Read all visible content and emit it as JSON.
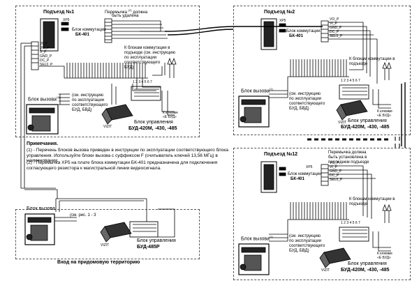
{
  "entrance1": {
    "title": "Подъезд №1",
    "jumper_note_l1": "Перемычка ",
    "jumper_sup": "(2)",
    "jumper_note_l1b": " должна",
    "jumper_note_l2": "быть удалена",
    "module_label_l1": "Блок коммутации",
    "module_label_l2": "БК-401",
    "xp5": "XP5",
    "to_modules_l1": "К блокам коммутации в",
    "to_modules_l2": "подъезде (см. инструкцию",
    "to_modules_l3": "по эксплуатации",
    "to_modules_l4": "соответствующего",
    "to_modules_l5": "БУД)",
    "call_unit_label": "Блок вызова",
    "call_unit_sup": "(1)",
    "see_instr_l1": "(см. инструкцию",
    "see_instr_l2": "по эксплуатации",
    "see_instr_l3": "соответствующего",
    "see_instr_l4": "БУД, БВД)",
    "control_l1": "Блок управления",
    "control_l2": "БУД-420М, -430, -485",
    "lock_l1": "К клемме",
    "lock_l2": "«Е БУД»"
  },
  "entrance2": {
    "title": "Подъезд №2",
    "module_label_l1": "Блок коммутации",
    "module_label_l2": "БК-401",
    "xp5": "XP5",
    "to_modules_l1": "К блокам коммутации в",
    "to_modules_l2": "подъезде",
    "call_unit_label": "Блок вызова",
    "call_unit_sup": "(1)",
    "see_instr_l1": "(см. инструкцию",
    "see_instr_l2": "по эксплуатации",
    "see_instr_l3": "соответствующего",
    "see_instr_l4": "БУД, БВД)",
    "control_l1": "Блок управления",
    "control_l2": "БУД-420М, -430, -485",
    "lock_l1": "К клемме",
    "lock_l2": "«Е БУД»"
  },
  "entrance12": {
    "title": "Подъезд №12",
    "jumper_l1": "Перемычка должна",
    "jumper_l2": "быть установлена в",
    "jumper_l3": "последнем подъезде",
    "module_label_l1": "Блок коммутации",
    "module_label_l2": "БК-401",
    "xp5": "XP5",
    "to_modules_l1": "К блокам коммутации в",
    "to_modules_l2": "подъезде",
    "call_unit_label": "Блок вызова",
    "call_unit_sup": "(1)",
    "see_instr_l1": "(см. инструкцию",
    "see_instr_l2": "по эксплуатации",
    "see_instr_l3": "соответствующего",
    "see_instr_l4": "БУД, БВД)",
    "control_l1": "Блок управления",
    "control_l2": "БУД-420М, -430, -485",
    "lock_l1": "К клемме",
    "lock_l2": "«Е БУД»"
  },
  "notes": {
    "heading": "Примечания.",
    "n1": "(1) - Перечень блоков вызова приведен в инструкции по эксплуатации соответствующего блока управления. Используйте блоки вызова с суффиксом F (считыватель ключей 13,56 МГц) в наименовании.",
    "n2": "(2) - Перемычка XP5 на плате блока коммутации БК-401 предназначена для подключения согласующего резистора к магистральной линии видеосигнала."
  },
  "yard": {
    "call_unit_label": "Блок вызова",
    "see_fig": "(см. рис. 1 - 3",
    "control_l1": "Блок управления",
    "control_l2": "БУД-485Р",
    "caption": "Вход на придомовую территорию"
  },
  "terminals": {
    "left_module": [
      "VI_P",
      "VO_P",
      "V_P",
      "GND_P",
      "DC_P",
      "SEL0_P"
    ],
    "right_module": [
      "VO_P",
      "VI_P",
      "GND_P",
      "DC_P",
      "SEL0_P"
    ],
    "numbers": [
      "1",
      "2",
      "3",
      "4",
      "5",
      "6",
      "7"
    ],
    "strip": "1 2 3 4 5 6 7"
  },
  "brand": "VIZIT"
}
